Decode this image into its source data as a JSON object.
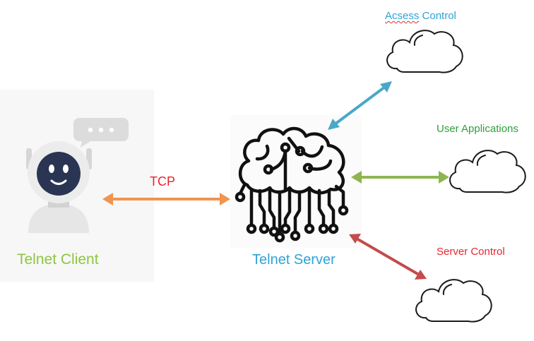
{
  "colors": {
    "client": "#8dc63f",
    "server": "#2ea3d6",
    "tcp_label": "#e8252c",
    "tcp_arrow": "#f0944e",
    "access_arrow": "#4aa8c8",
    "apps_arrow": "#8fb550",
    "control_arrow": "#c44b4b",
    "access_label": "#2ea3d6",
    "apps_label": "#2e9e3a",
    "control_label": "#e8252c"
  },
  "icons": {
    "client": "robot-chat-icon",
    "server": "brain-circuit-icon",
    "cloud": "cloud-icon"
  },
  "nodes": {
    "client": {
      "label": "Telnet Client"
    },
    "server": {
      "label": "Telnet Server"
    },
    "access": {
      "label_misspelled": "Acsess",
      "label_rest": " Control"
    },
    "apps": {
      "label": "User Applications"
    },
    "control": {
      "label": "Server Control"
    }
  },
  "edges": {
    "tcp": {
      "label": "TCP"
    }
  }
}
